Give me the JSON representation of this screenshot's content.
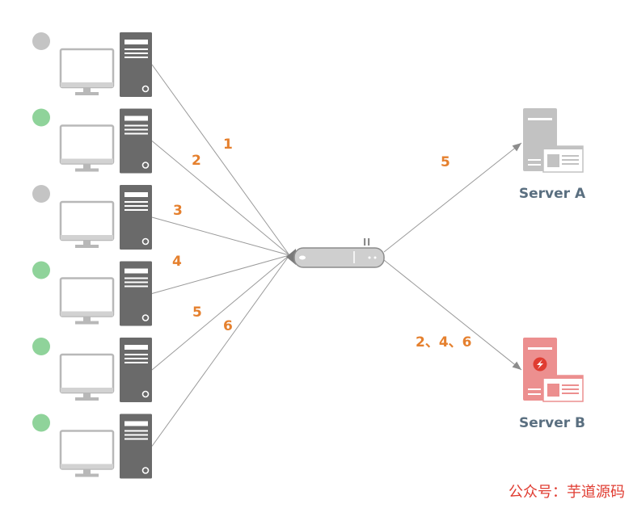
{
  "clients": [
    {
      "id": "c1",
      "status": "inactive",
      "route": "1"
    },
    {
      "id": "c2",
      "status": "active",
      "route": "2"
    },
    {
      "id": "c3",
      "status": "inactive",
      "route": "3"
    },
    {
      "id": "c4",
      "status": "active",
      "route": "4"
    },
    {
      "id": "c5",
      "status": "active",
      "route": "5"
    },
    {
      "id": "c6",
      "status": "active",
      "route": "6"
    }
  ],
  "servers": {
    "a": {
      "label": "Server A",
      "route_label": "5"
    },
    "b": {
      "label": "Server B",
      "route_label": "2、4、6"
    }
  },
  "colors": {
    "inactive": "#c4c4c4",
    "active": "#8fd39a",
    "label": "#e5802e",
    "server_label": "#5a6f80",
    "tower": "#6a6a6a",
    "server_a": "#c2c2c2",
    "server_b": "#ec8f8f"
  },
  "watermark": "公众号：芋道源码"
}
